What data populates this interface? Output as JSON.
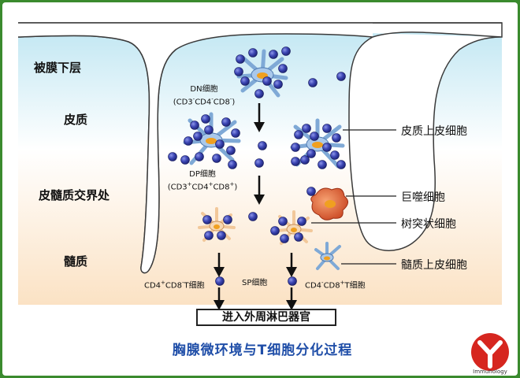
{
  "regions": {
    "subcapsular": "被膜下层",
    "cortex": "皮质",
    "corticomedullary": "皮髓质交界处",
    "medulla": "髓质"
  },
  "cell_types": {
    "cortical_epithelial": "皮质上皮细胞",
    "macrophage": "巨噬细胞",
    "dendritic": "树突状细胞",
    "medullary_epithelial": "髓质上皮细胞"
  },
  "stages": {
    "dn_name": "DN细胞",
    "dp_name": "DP细胞",
    "sp": "SP细胞"
  },
  "output": "进入外周淋巴器官",
  "title": "胸腺微环境与T细胞分化过程",
  "logo_text": "Immunology",
  "colors": {
    "border": "#3a8a2e",
    "title": "#1f4ea8",
    "lymphocyte": "#2a2f8f",
    "epithelial": "#7fa9d6",
    "macrophage": "#d9542b",
    "nucleus": "#f0a020",
    "logo": "#d6261f"
  }
}
